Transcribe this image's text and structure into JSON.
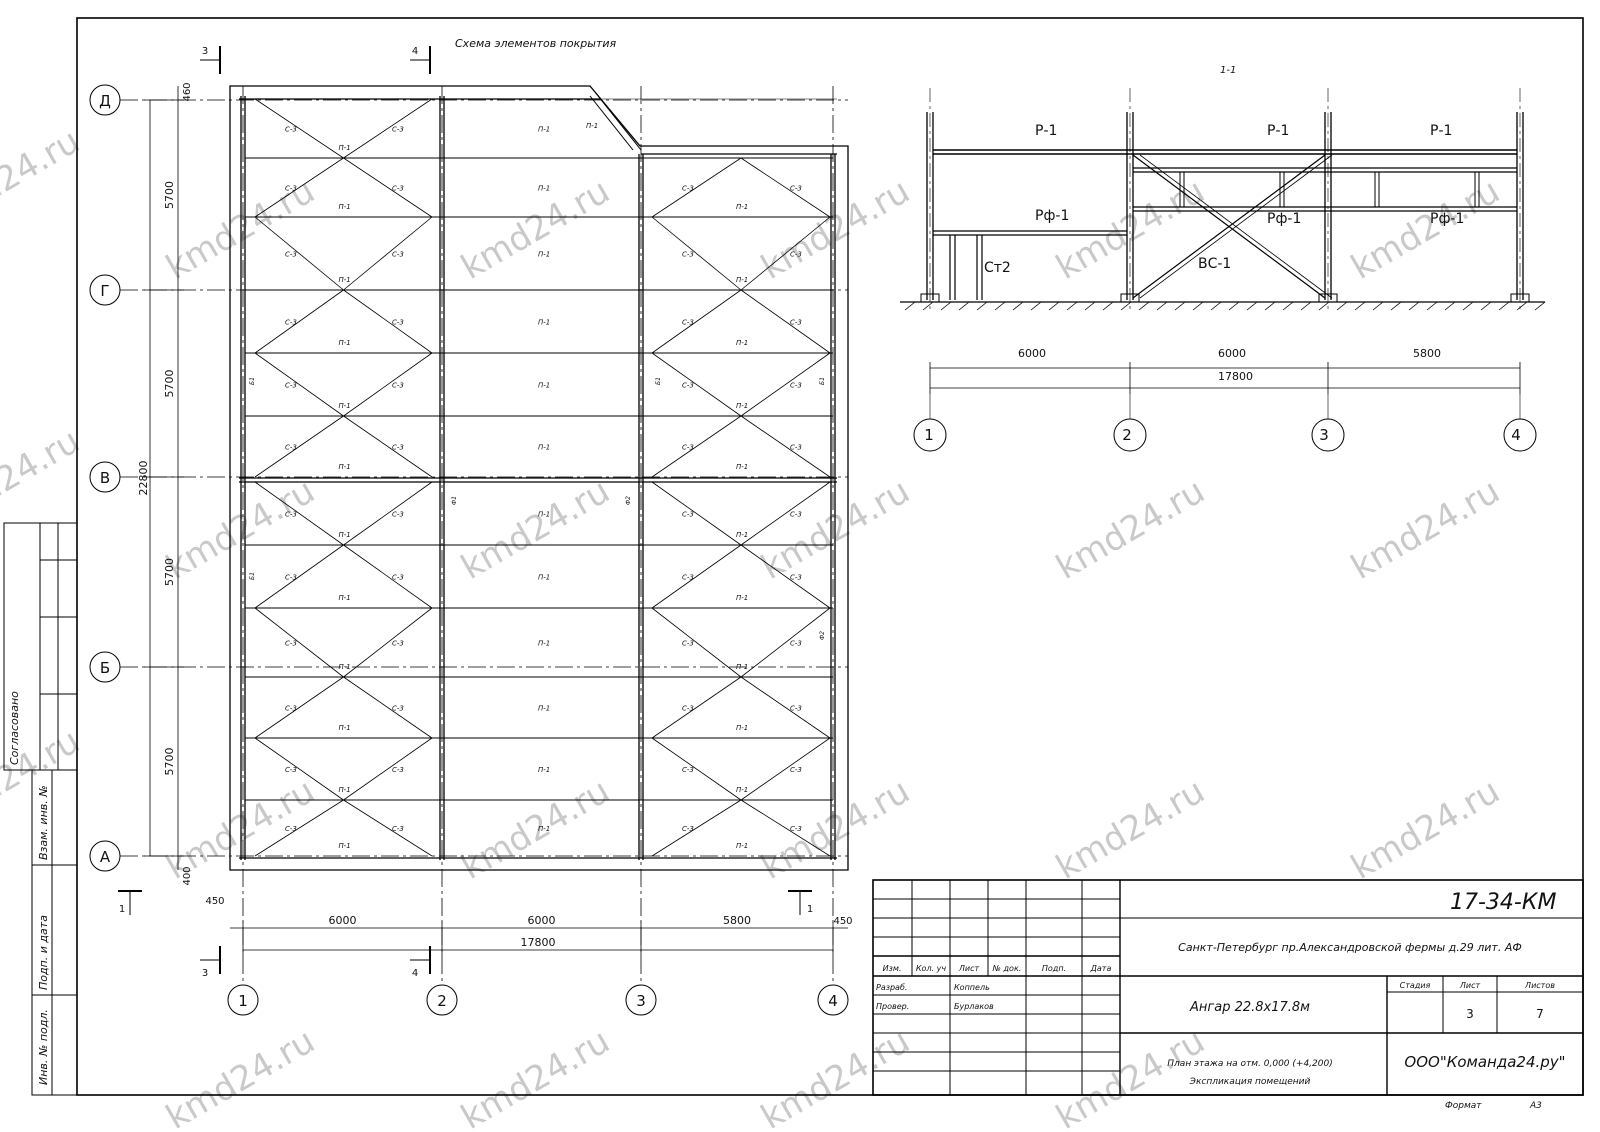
{
  "plan": {
    "title": "Схема элементов покрытия",
    "axes_letters": [
      "А",
      "Б",
      "В",
      "Г",
      "Д"
    ],
    "axes_numbers": [
      "1",
      "2",
      "3",
      "4"
    ],
    "bay_dims": [
      "6000",
      "6000",
      "5800"
    ],
    "overall_x": "17800",
    "overall_y": "22800",
    "row_dims": [
      "5700",
      "5700",
      "5700",
      "5700"
    ],
    "edge_top": "460",
    "edge_bottom": "400",
    "edge_left": "450",
    "edge_right": "450",
    "cut_marks": [
      "3",
      "4",
      "1"
    ],
    "labels": {
      "purlin_a": "П-1",
      "purlin_b": "П-1",
      "brace": "С-3",
      "tie_left": "Б1",
      "tie_right": "Ф2",
      "tie_mid": "Ф1",
      "slope": "П-1"
    }
  },
  "section": {
    "title": "1-1",
    "rafter": "Р-1",
    "rafter_f": "Рф-1",
    "column": "Ст2",
    "bracing": "ВС-1",
    "dims": [
      "6000",
      "6000",
      "5800"
    ],
    "overall": "17800",
    "axes": [
      "1",
      "2",
      "3",
      "4"
    ]
  },
  "side_stamp": {
    "agreed": "Согласовано",
    "inv_swap": "Взам. инв. №",
    "sign_date": "Подп. и дата",
    "inv_orig": "Инв. № подл."
  },
  "titleblock": {
    "code": "17-34-КМ",
    "address": "Санкт-Петербург пр.Александровской фермы д.29 лит. АФ",
    "object": "Ангар 22.8х17.8м",
    "sheet_title_1": "План этажа на отм. 0,000 (+4,200)",
    "sheet_title_2": "Экспликация помещений",
    "company": "ООО\"Команда24.ру\"",
    "cols": [
      "Изм.",
      "Кол. уч",
      "Лист",
      "№ док.",
      "Подп.",
      "Дата"
    ],
    "role_dev": "Разраб.",
    "name_dev": "Коппель",
    "role_check": "Провер.",
    "name_check": "Бурлаков",
    "h_stage": "Стадия",
    "h_sheet": "Лист",
    "h_sheets": "Листов",
    "sheet_no": "3",
    "sheets_total": "7",
    "format_label": "Формат",
    "format_value": "А3"
  },
  "watermark": "kmd24.ru"
}
